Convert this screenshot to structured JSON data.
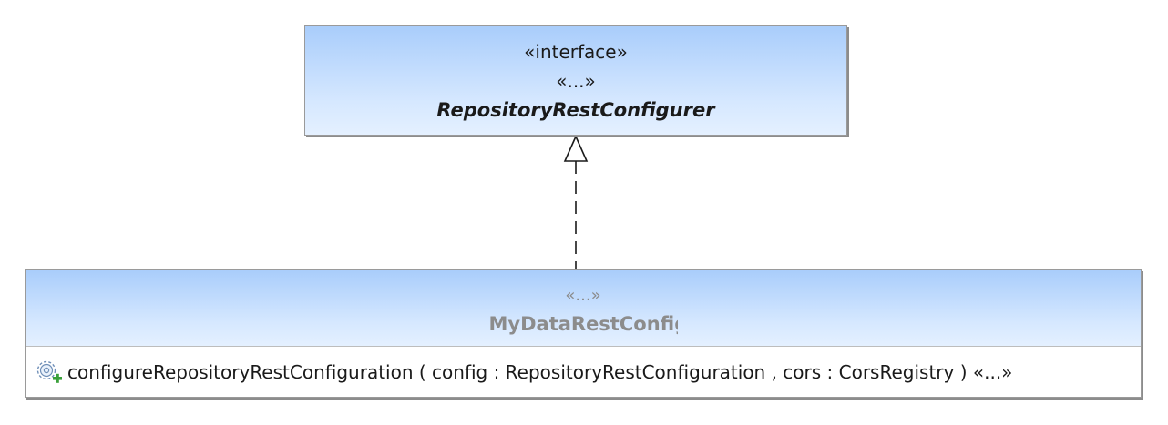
{
  "interface": {
    "stereotype": "«interface»",
    "stereotype_extra": "«...»",
    "name": "RepositoryRestConfigurer"
  },
  "class": {
    "stereotype": "«...»",
    "name": "MyDataRestConfig"
  },
  "operations": [
    {
      "icon": "public-operation-icon",
      "signature": "configureRepositoryRestConfiguration ( config : RepositoryRestConfiguration , cors : CorsRegistry )  «...»"
    }
  ],
  "relationship": {
    "type": "realization",
    "from": "MyDataRestConfig",
    "to": "RepositoryRestConfigurer"
  },
  "colors": {
    "header_gradient_top": "#a9cdfb",
    "header_gradient_bottom": "#e4f0ff",
    "border": "#9a9a9a",
    "muted_text": "#8c8c8c"
  }
}
